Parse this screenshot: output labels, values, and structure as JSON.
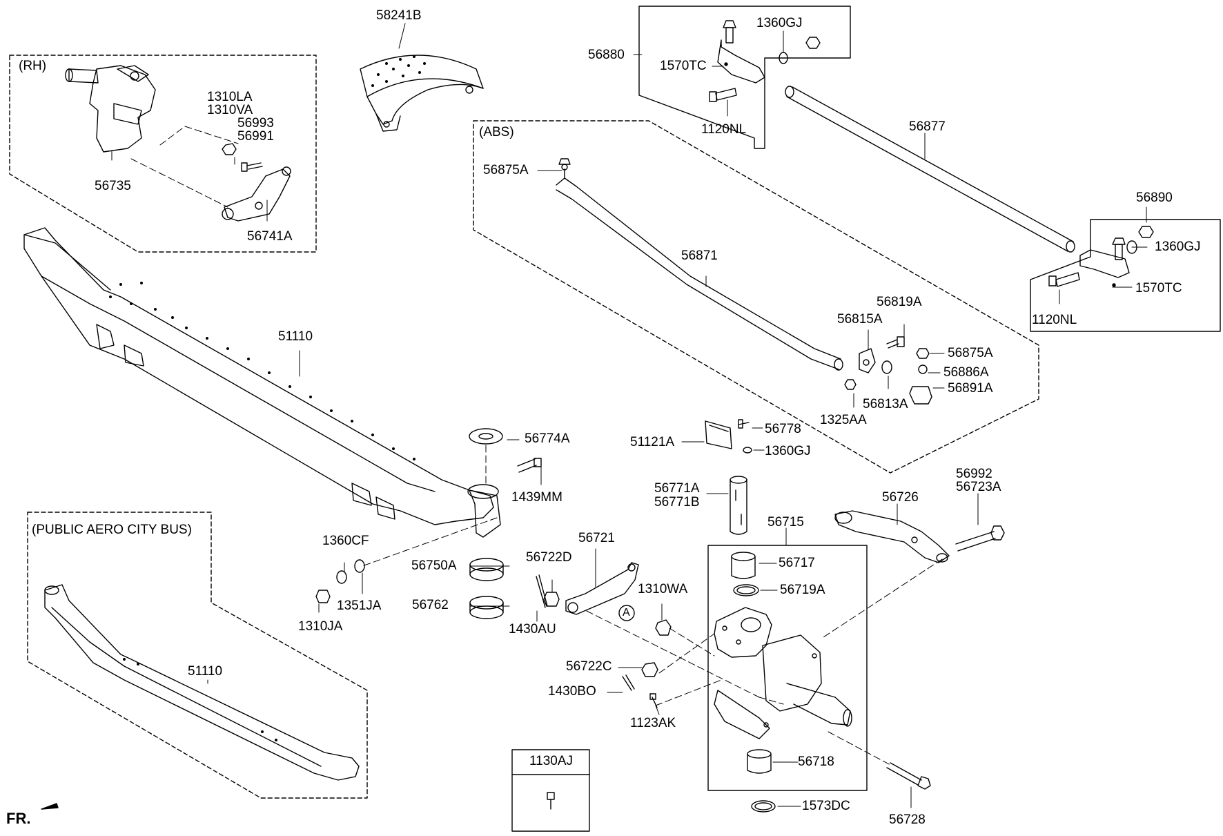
{
  "group_labels": {
    "rh": "(RH)",
    "abs": "(ABS)",
    "public_aero": "(PUBLIC AERO CITY BUS)"
  },
  "parts": {
    "p58241B": "58241B",
    "p56880": "56880",
    "p1360GJ_top": "1360GJ",
    "p1570TC_top": "1570TC",
    "p1120NL_top": "1120NL",
    "p56877": "56877",
    "p1310LA": "1310LA",
    "p1310VA": "1310VA",
    "p56993": "56993",
    "p56991": "56991",
    "p56735": "56735",
    "p56741A": "56741A",
    "p56875A_left": "56875A",
    "p56871": "56871",
    "p56890": "56890",
    "p1360GJ_right": "1360GJ",
    "p1570TC_right": "1570TC",
    "p1120NL_right": "1120NL",
    "p56819A": "56819A",
    "p56815A": "56815A",
    "p56875A_right": "56875A",
    "p56886A": "56886A",
    "p56891A": "56891A",
    "p56813A": "56813A",
    "p1325AA": "1325AA",
    "p51110_main": "51110",
    "p56774A": "56774A",
    "p1439MM": "1439MM",
    "p56778": "56778",
    "p51121A": "51121A",
    "p1360GJ_mid": "1360GJ",
    "p56771A": "56771A",
    "p56771B": "56771B",
    "p56992": "56992",
    "p56723A": "56723A",
    "p56726": "56726",
    "p56715": "56715",
    "p56717": "56717",
    "p56719A": "56719A",
    "p1360CF": "1360CF",
    "p1351JA": "1351JA",
    "p1310JA": "1310JA",
    "p56750A": "56750A",
    "p56762": "56762",
    "p56721": "56721",
    "p56722D": "56722D",
    "p1430AU": "1430AU",
    "p1310WA": "1310WA",
    "p56722C": "56722C",
    "p1430BO": "1430BO",
    "p1123AK": "1123AK",
    "p56718": "56718",
    "p1573DC": "1573DC",
    "p56728": "56728",
    "p51110_bus": "51110",
    "p1130AJ": "1130AJ"
  },
  "callout_circle": "A",
  "front_marker": "FR.",
  "colors": {
    "line": "#000000",
    "background": "#ffffff"
  }
}
